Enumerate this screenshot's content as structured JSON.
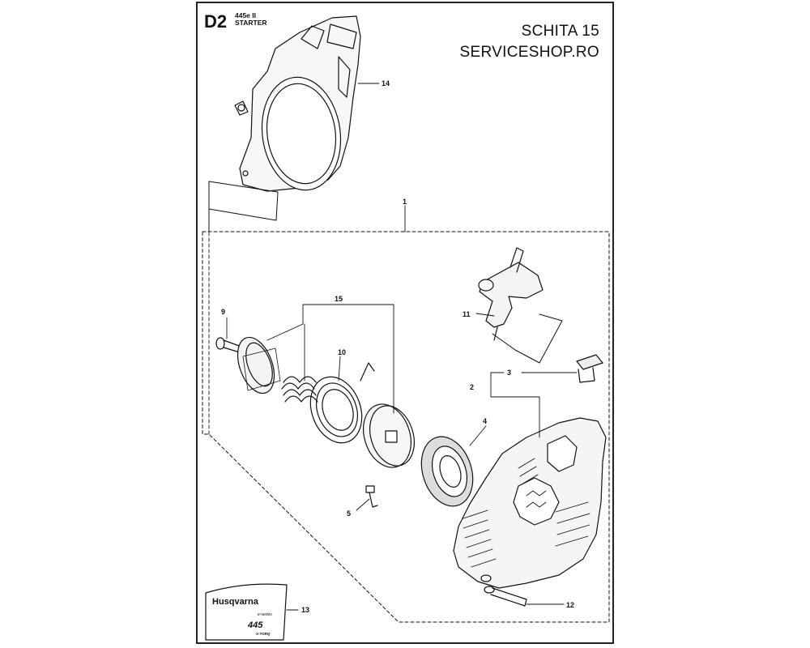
{
  "header": {
    "section_code": "D2",
    "model": "445e II",
    "section_title": "STARTER"
  },
  "watermark": {
    "line1": "SCHITA 15",
    "line2": "SERVICESHOP.RO"
  },
  "decal": {
    "brand": "Husqvarna",
    "series": "e-series",
    "model": "445",
    "sub": "X-TORQ"
  },
  "callouts": [
    "14",
    "1",
    "15",
    "9",
    "10",
    "11",
    "3",
    "2",
    "4",
    "5",
    "13",
    "12"
  ]
}
